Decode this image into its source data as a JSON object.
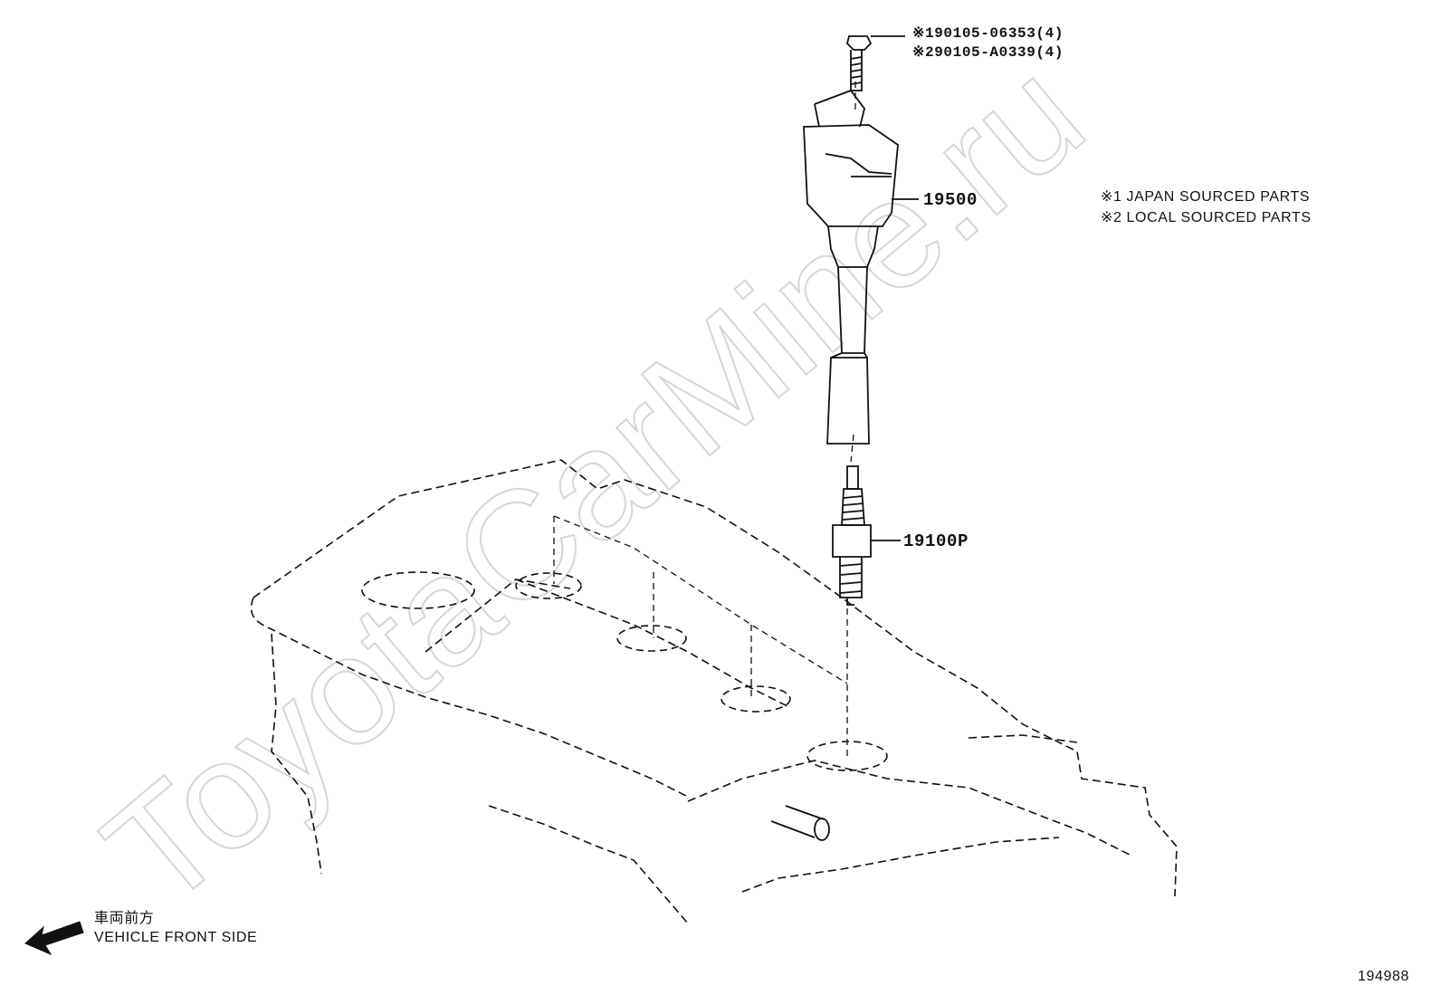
{
  "watermark": "ToyotaCarMine.ru",
  "callouts": {
    "bolt_japan": {
      "marker": "※1",
      "part": "90105-06353(4)"
    },
    "bolt_local": {
      "marker": "※2",
      "part": "90105-A0339(4)"
    },
    "ignition_coil": "19500",
    "spark_plug": "19100P"
  },
  "legend": {
    "note1": "※1 JAPAN SOURCED PARTS",
    "note2": "※2 LOCAL SOURCED PARTS"
  },
  "direction": {
    "japanese": "車両前方",
    "english": "VEHICLE FRONT SIDE"
  },
  "figure_id": "194988",
  "colors": {
    "line": "#111111",
    "watermark": "#d9d9d9"
  }
}
